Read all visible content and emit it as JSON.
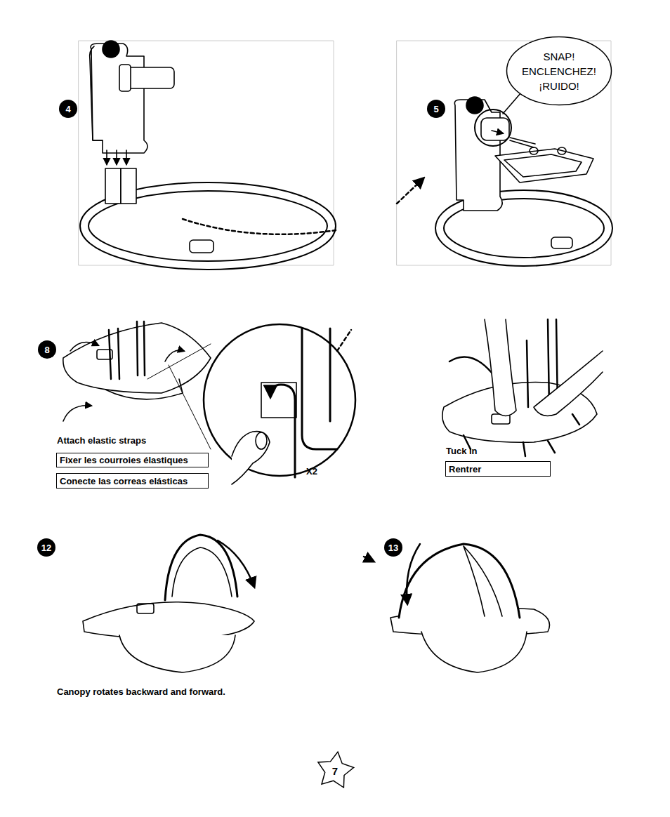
{
  "diagram": {
    "nodes": [
      {
        "text": [
          "4"
        ]
      },
      {
        "text": [
          "5"
        ]
      },
      {
        "text": [
          "SNAP! ENCLENCHEZ! ¡RUIDO!"
        ]
      },
      {
        "text": [
          "8"
        ]
      },
      {
        "text": [
          "Fixer les courroies élastiques"
        ]
      },
      {
        "text": [
          "Conecte las correas elásticas"
        ]
      },
      {
        "text": [
          "Rentrer"
        ]
      },
      {
        "text": [
          "12"
        ]
      },
      {
        "text": [
          "13"
        ]
      },
      {
        "text": [
          "7"
        ]
      }
    ],
    "labels": [
      "Attach elastic straps",
      "X2",
      "Tuck in",
      "Canopy rotates backward and forward."
    ]
  }
}
